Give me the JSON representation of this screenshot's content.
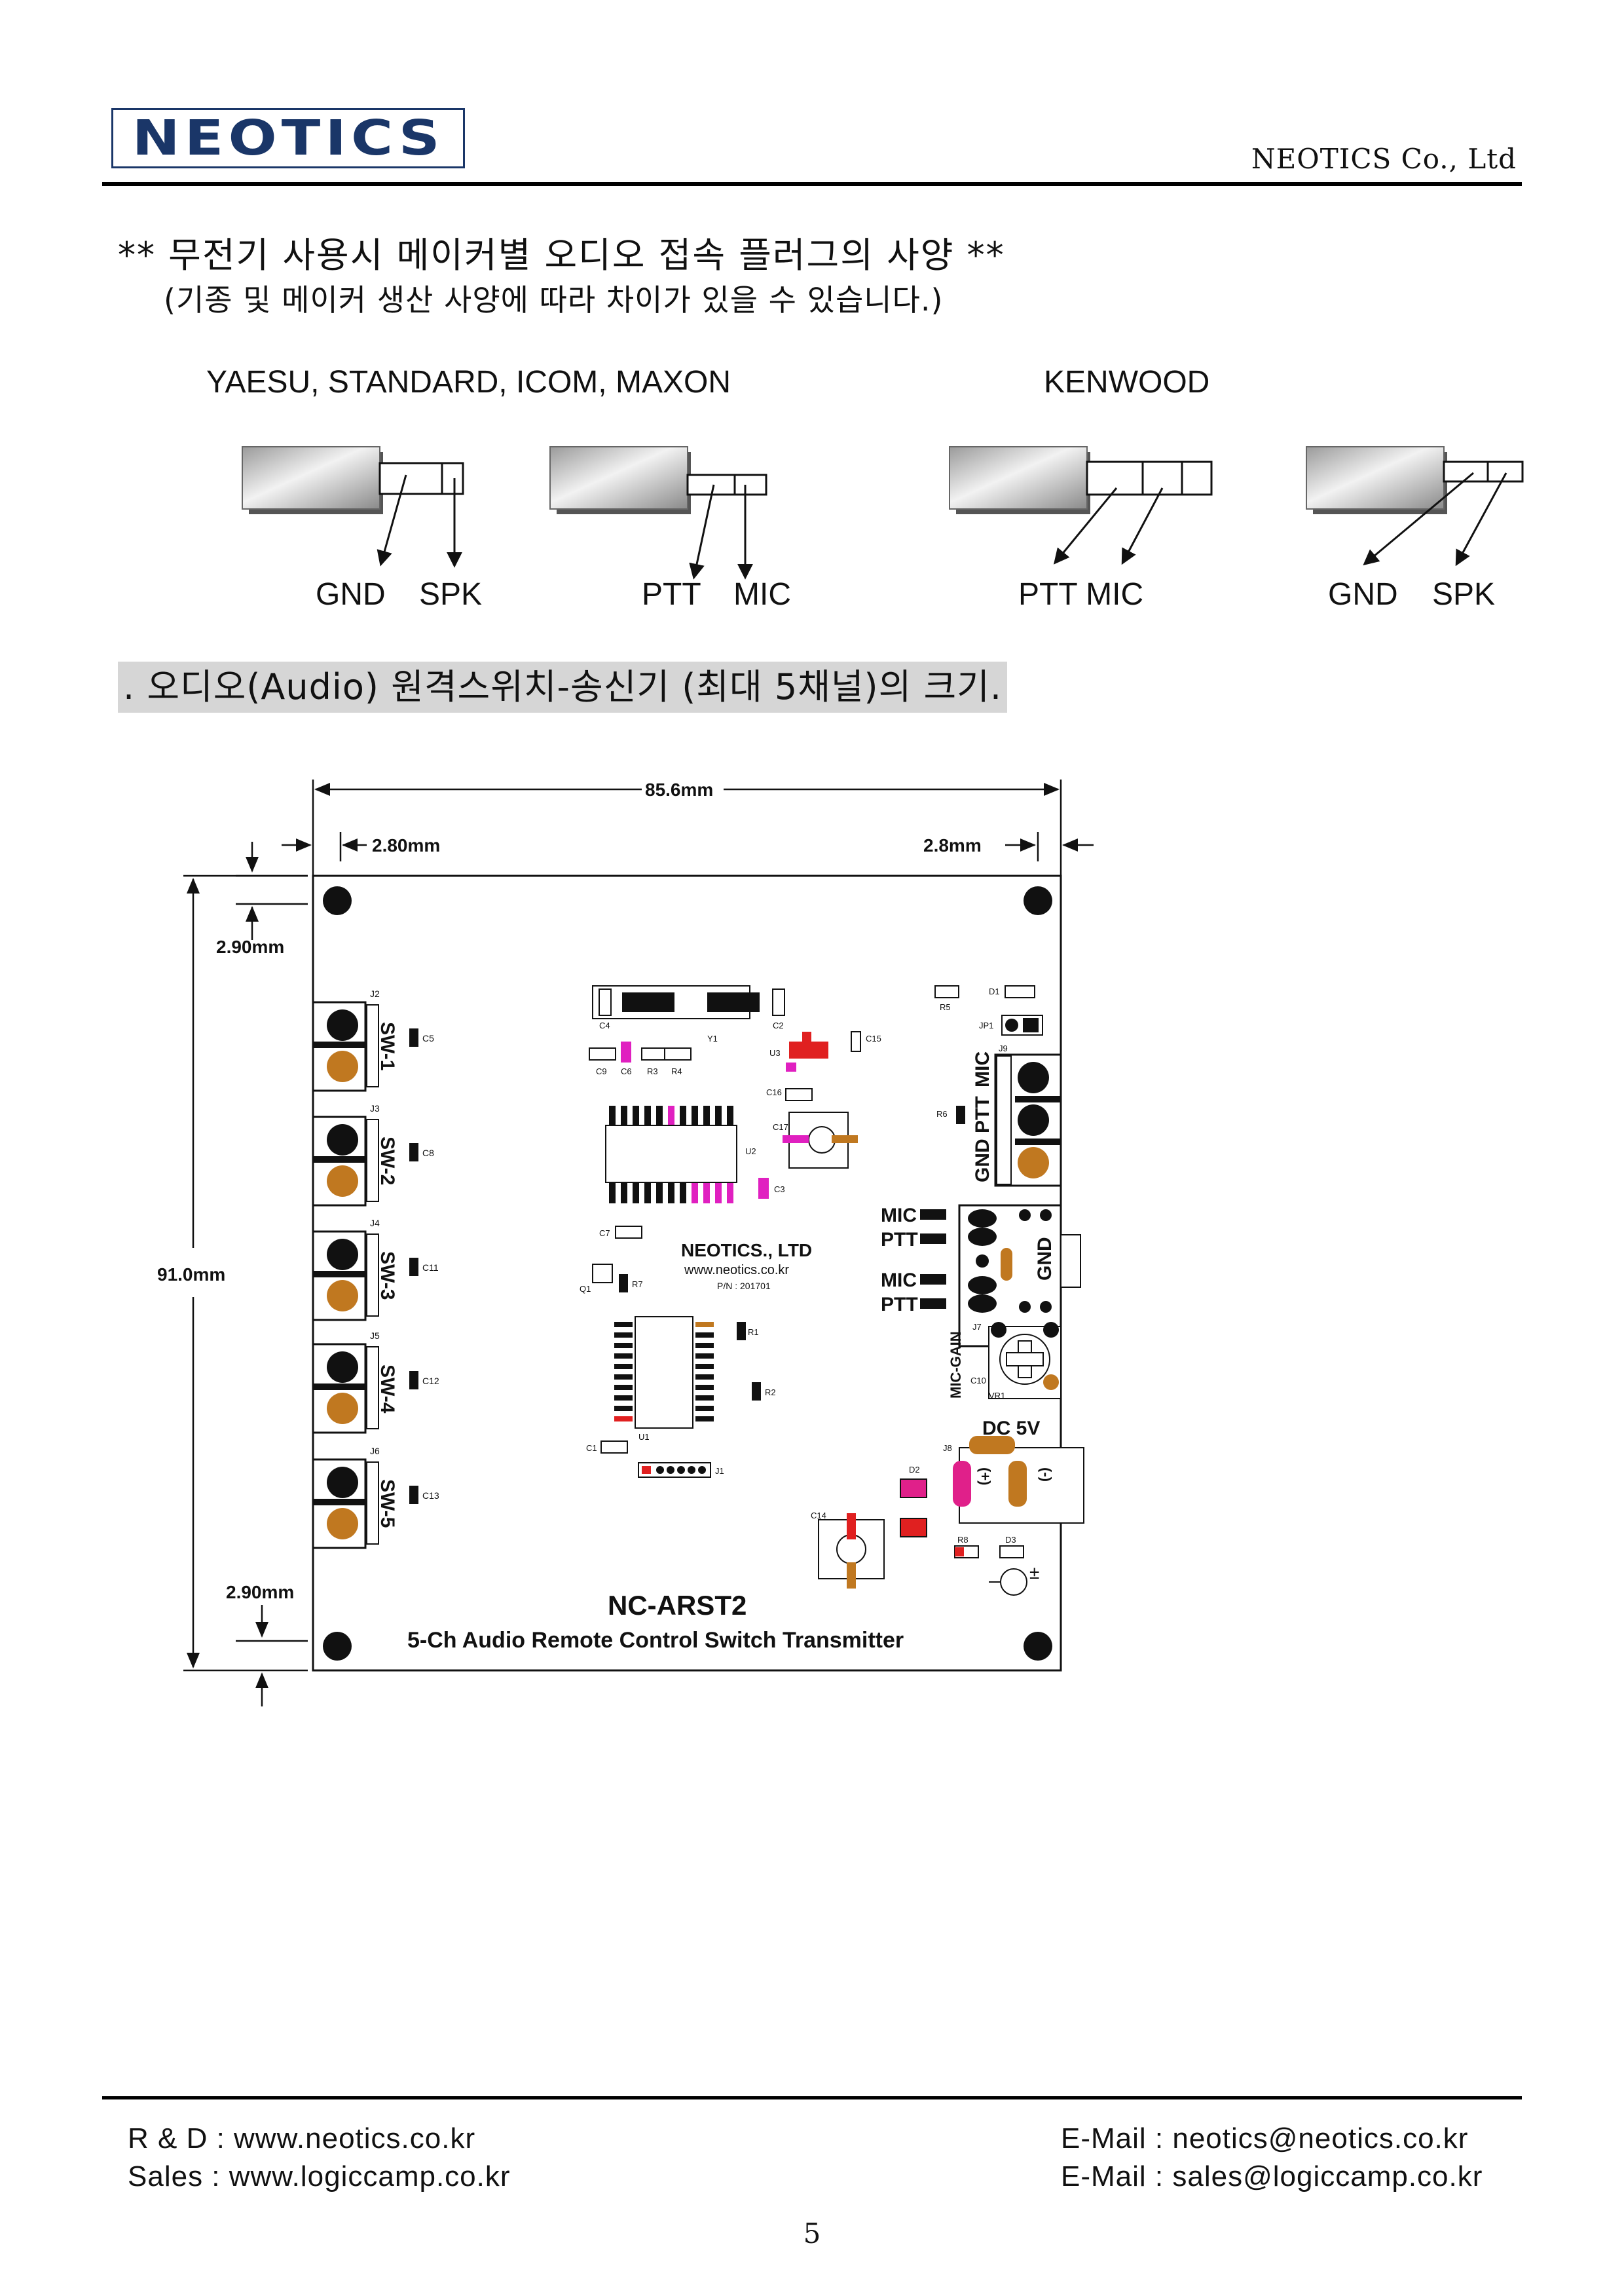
{
  "header": {
    "logo_text": "NEOTICS",
    "company": "NEOTICS Co., Ltd"
  },
  "intro": {
    "title": "** 무전기 사용시 메이커별 오디오 접속 플러그의 사양 **",
    "note": "(기종 및 메이커 생산 사양에 따라 차이가 있을 수 있습니다.)"
  },
  "plugs": {
    "group_left": "YAESU, STANDARD, ICOM, MAXON",
    "group_right": "KENWOOD",
    "labels": {
      "p1_a": "GND",
      "p1_b": "SPK",
      "p2_a": "PTT",
      "p2_b": "MIC",
      "p3": "PTT MIC",
      "p4_a": "GND",
      "p4_b": "SPK"
    }
  },
  "section_title": ". 오디오(Audio) 원격스위치-송신기 (최대 5채널)의 크기.",
  "board": {
    "dims": {
      "width": "85.6mm",
      "left_margin": "2.80mm",
      "right_margin": "2.8mm",
      "top_margin": "2.90mm",
      "height": "91.0mm",
      "bottom_margin": "2.90mm"
    },
    "switches": [
      "SW-1",
      "SW-2",
      "SW-3",
      "SW-4",
      "SW-5"
    ],
    "connectors": [
      "J2",
      "J3",
      "J4",
      "J5",
      "J6"
    ],
    "caps_sw": [
      "C5",
      "C8",
      "C11",
      "C12",
      "C13"
    ],
    "right_jack": {
      "mic": "MIC",
      "ptt": "PTT",
      "gnd": "GND",
      "ref": "J9"
    },
    "mid_labels": {
      "mic1": "MIC",
      "ptt1": "PTT",
      "mic2": "MIC",
      "ptt2": "PTT",
      "gnd": "GND"
    },
    "mic_gain": "MIC-GAIN",
    "dc": "DC 5V",
    "maker": "NEOTICS., LTD",
    "url": "www.neotics.co.kr",
    "pn": "P/N : 201701",
    "model": "NC-ARST2",
    "subtitle": "5-Ch Audio Remote Control Switch Transmitter",
    "refs": {
      "c4": "C4",
      "y1": "Y1",
      "c2": "C2",
      "c9": "C9",
      "c6": "C6",
      "r3": "R3",
      "r4": "R4",
      "u3": "U3",
      "c15": "C15",
      "c16": "C16",
      "c17": "C17",
      "u2": "U2",
      "c3": "C3",
      "c7": "C7",
      "q1": "Q1",
      "r7": "R7",
      "r1": "R1",
      "r2": "R2",
      "u1": "U1",
      "c1": "C1",
      "j1": "J1",
      "r5": "R5",
      "d1": "D1",
      "jp1": "JP1",
      "r6": "R6",
      "j7": "J7",
      "c10": "C10",
      "vr1": "VR1",
      "j8": "J8",
      "d2": "D2",
      "c14": "C14",
      "r8": "R8",
      "d3": "D3",
      "plus": "(+)",
      "minus": "(-)",
      "polarity": "±"
    }
  },
  "footer": {
    "rd": "R & D : www.neotics.co.kr",
    "sales": "Sales : www.logiccamp.co.kr",
    "email1": "E-Mail : neotics@neotics.co.kr",
    "email2": "E-Mail : sales@logiccamp.co.kr",
    "page": "5"
  }
}
